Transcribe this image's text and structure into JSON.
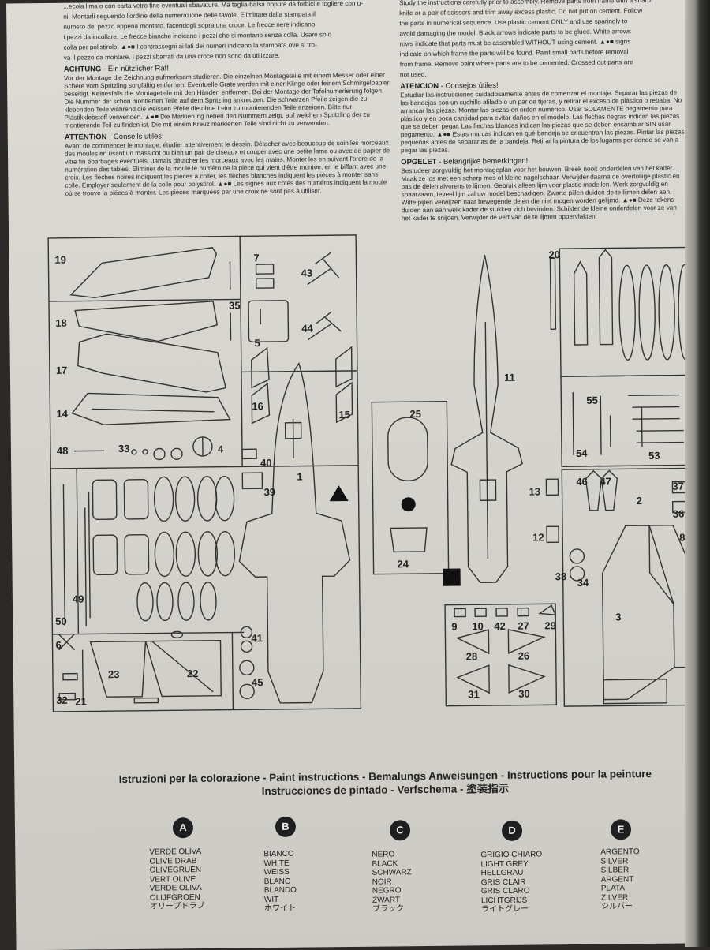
{
  "text_top": {
    "left_frag": [
      "...ecola lima o con carta vetro fine eventuali sbavature. Ma taglia-balsa oppure da forbici e togliere con u-",
      "ni. Montarli seguendo l'ordine della numerazione delle tavole. Eliminare dalla stampata il",
      "numero del pezzo appena montato, facendogli sopra una croce. Le frecce nere indicano",
      "i pezzi da incollare. Le frecce bianche indicano i pezzi che si montano senza colla. Usare solo",
      "colla per polistirolo. ▲●■ I contrassegni ai lati dei numeri indicano la stampata ove si tro-",
      "va il pezzo da montare. I pezzi sbarrati da una croce non sono da utilizzare."
    ],
    "achtung_title": "ACHTUNG",
    "achtung_sub": " - Ein nützlicher Rat!",
    "achtung_body": "Vor der Montage die Zeichnung aufmerksam studieren. Die einzelnen Montageteile mit einem Messer oder einer Schere vom Spritzling sorgfältig entfernen. Eventuelle Grate werden mit einer Klinge oder feinem Schmirgelpapier beseitigt. Keinesfalls die Montageteile mit den Händen entfernen. Bei der Montage der Tafelnumerierung folgen. Die Nummer der schon montierten Teile auf dem Spritzling ankreuzen. Die schwarzen Pfeile zeigen die zu klebenden Teile während die weissen Pfeile die ohne Leim zu montierenden Teile anzeigen. Bitte nur Plastikklebstoff verwenden. ▲●■ Die Markierung neben den Nummern zeigt, auf welchem Spritzling der zu montierende Teil zu finden ist. Die mit einem Kreuz markierten Teile sind nicht zu verwenden.",
    "attention_title": "ATTENTION",
    "attention_sub": " - Conseils utiles!",
    "attention_body": "Avant de commencer le montage, étudier attentivement le dessin. Détacher avec beaucoup de soin les morceaux des moules en usant un massicot ou bien un pair de ciseaux et couper avec une petite lame ou avec de papier de vitre fin ébarbages éventuels. Jamais détacher les morceaux avec les mains. Monter les en suivant l'ordre de la numération des tables. Eliminer de la moule le numéro de la pièce qui vient d'être montée, en le biffant avec une croix. Les flèches noires indiquent les pièces à coller, les flèches blanches indiquent les pièces à monter sans colle. Employer seulement de la colle pour polystirol. ▲●■ Les signes aux côtés des numéros indiquent la moule où se trouve la pièces à monter. Les pièces marquées par une croix ne sont pas à utiliser.",
    "right_frag": [
      "Study the instructions carefully prior to assembly. Remove parts from frame with a sharp",
      "knife or a pair of scissors and trim away excess plastic. Do not put on cement. Follow",
      "the parts in numerical sequence. Use plastic cement ONLY and use sparingly to",
      "avoid damaging the model. Black arrows indicate parts to be glued. White arrows",
      "rows indicate that parts must be assembled WITHOUT using cement. ▲●■ signs",
      "indicate on which frame the parts will be found. Paint small parts before removal",
      "from frame. Remove paint where parts are to be cemented. Crossed out parts are",
      "not used."
    ],
    "atencion_title": "ATENCION",
    "atencion_sub": " - Consejos útiles!",
    "atencion_body": "Estudiar las instrucciones cuidadosamente antes de comenzar el montaje. Separar las piezas de las bandejas con un cuchillo afilado o un par de tijeras, y retirar el exceso de plástico o rebaba. No arrancar las piezas. Montar las piezas en orden numérico. Usar SOLAMENTE pegamento para plástico y en poca cantidad para evitar daños en el modelo. Las flechas negras indican las piezas que se deben pegar. Las flechas blancas indican las piezas que se deben ensamblar SIN usar pegamento. ▲●■ Estas marcas indican en qué bandeja se encuentran las piezas. Pintar las piezas pequeñas antes de separarlas de la bandeja. Retirar la pintura de los lugares por donde se van a pegar las piezas.",
    "opgelet_title": "OPGELET",
    "opgelet_sub": " - Belangrijke bemerkingen!",
    "opgelet_body": "Bestudeer zorgvuldig het montageplan voor het bouwen. Breek nooit onderdelen van het kader. Maak ze los met een scherp mes of kleine nagelschaar. Verwijder daarna de overtollige plastic en pas de delen alvorens te lijmen. Gebruik alleen lijm voor plastic modellen. Werk zorgvuldig en spaarzaam, teveel lijm zal uw model beschadigen. Zwarte pijlen duiden de te lijmen delen aan. Witte pijlen verwijzen naar bewegende delen die niet mogen worden gelijmd. ▲●■ Deze tekens duiden aan aan welk kader de stukken zich bevinden. Schilder de kleine onderdelen voor ze van het kader te snijden. Verwijder de verf van de te lijmen oppervlakten."
  },
  "part_numbers": [
    "19",
    "18",
    "17",
    "14",
    "48",
    "33",
    "4",
    "7",
    "43",
    "35",
    "44",
    "5",
    "16",
    "15",
    "40",
    "39",
    "1",
    "50",
    "49",
    "6",
    "32",
    "21",
    "23",
    "22",
    "41",
    "45",
    "25",
    "24",
    "20",
    "11",
    "55",
    "54",
    "53",
    "46",
    "47",
    "13",
    "12",
    "38",
    "34",
    "2",
    "37",
    "36",
    "8",
    "9",
    "10",
    "42",
    "27",
    "29",
    "28",
    "26",
    "31",
    "30",
    "3"
  ],
  "paint": {
    "title_line1": "Istruzioni per la colorazione - Paint instructions - Bemalungs Anweisungen - Instructions pour la peinture",
    "title_line2": "Instrucciones de pintado - Verfschema - 塗装指示",
    "colors": [
      {
        "letter": "A",
        "names": [
          "VERDE OLIVA",
          "OLIVE DRAB",
          "OLIVEGRUEN",
          "VERT OLIVE",
          "VERDE OLIVA",
          "OLIJFGROEN",
          "オリーブドラブ"
        ]
      },
      {
        "letter": "B",
        "names": [
          "BIANCO",
          "WHITE",
          "WEISS",
          "BLANC",
          "BLANDO",
          "WIT",
          "ホワイト"
        ]
      },
      {
        "letter": "C",
        "names": [
          "NERO",
          "BLACK",
          "SCHWARZ",
          "NOIR",
          "NEGRO",
          "ZWART",
          "ブラック"
        ]
      },
      {
        "letter": "D",
        "names": [
          "GRIGIO CHIARO",
          "LIGHT GREY",
          "HELLGRAU",
          "GRIS CLAIR",
          "GRIS CLARO",
          "LICHTGRIJS",
          "ライトグレー"
        ]
      },
      {
        "letter": "E",
        "names": [
          "ARGENTO",
          "SILVER",
          "SILBER",
          "ARGENT",
          "PLATA",
          "ZILVER",
          "シルバー"
        ]
      }
    ]
  }
}
